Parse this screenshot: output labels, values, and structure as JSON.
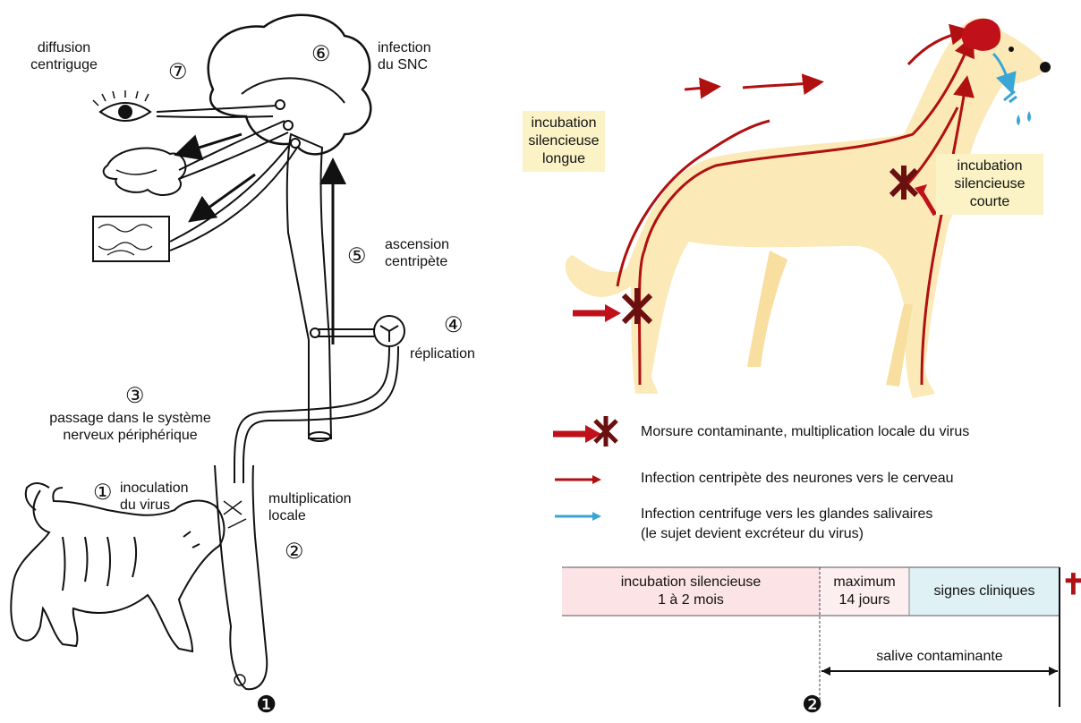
{
  "left_panel": {
    "labels": {
      "diffusion": "diffusion\ncentriguge",
      "infection_snc": "infection\ndu SNC",
      "ascension": "ascension\ncentripète",
      "replication": "réplication",
      "passage": "passage dans le système\nnerveux périphérique",
      "inoculation": "inoculation\ndu virus",
      "multiplication": "multiplication\nlocale"
    },
    "steps": [
      "①",
      "②",
      "③",
      "④",
      "⑤",
      "⑥",
      "⑦"
    ],
    "panel_marker": "❶"
  },
  "right_panel": {
    "boxes": {
      "long": "incubation\nsilencieuse\nlongue",
      "short": "incubation\nsilencieuse\ncourte"
    },
    "legend": [
      {
        "text": "Morsure contaminante, multiplication locale du virus",
        "color": "#b01010"
      },
      {
        "text": "Infection centripète des neurones vers le cerveau",
        "color": "#b01010"
      },
      {
        "text": "Infection centrifuge vers les glandes salivaires\n(le sujet devient excréteur du virus)",
        "color": "#3aa6d6"
      }
    ],
    "timeline": {
      "phases": [
        {
          "text": "incubation silencieuse\n1 à 2 mois",
          "color": "#fbe3e6"
        },
        {
          "text": "maximum\n14 jours",
          "color": "#fdeef0"
        },
        {
          "text": "signes cliniques",
          "color": "#dff1f5"
        }
      ],
      "salive": "salive contaminante",
      "end_symbol": "✝"
    },
    "colors": {
      "body": "#fbe9b8",
      "red": "#b01010",
      "blue": "#3aa6d6"
    },
    "panel_marker": "❷"
  }
}
